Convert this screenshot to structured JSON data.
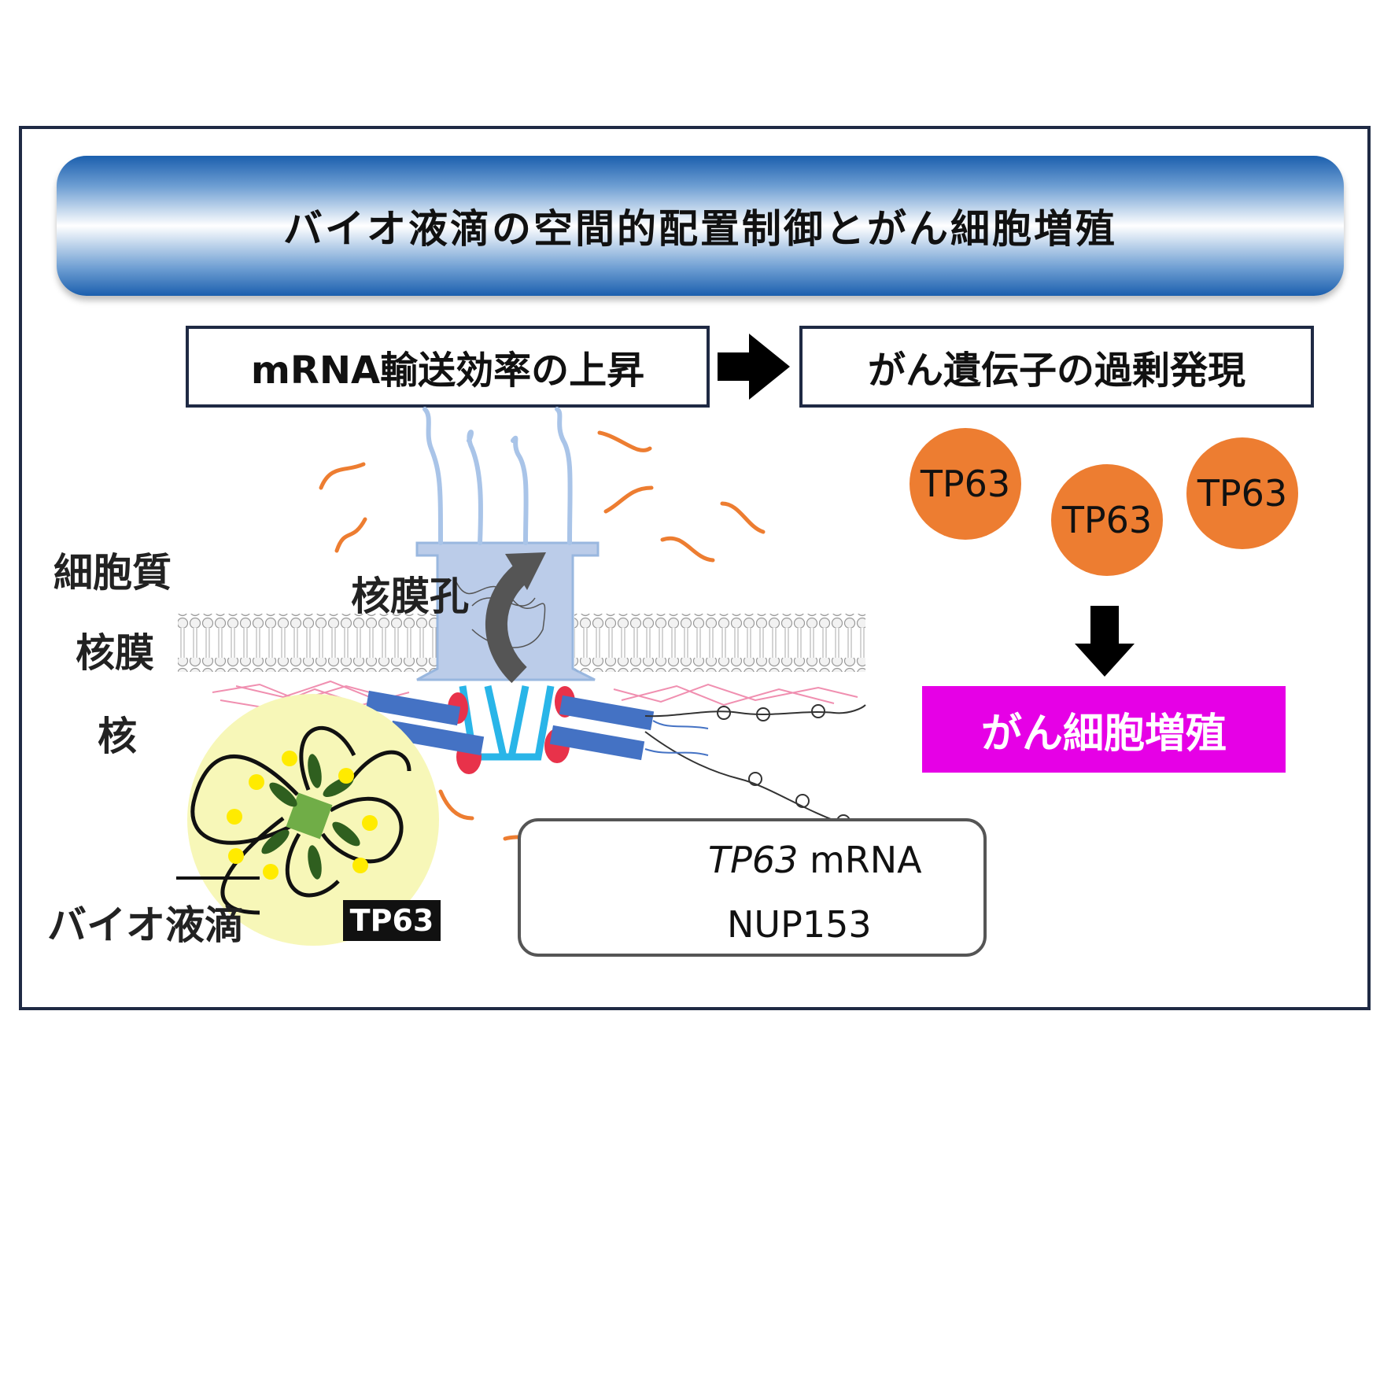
{
  "title": "バイオ液滴の空間的配置制御とがん細胞増殖",
  "boxes": {
    "mrna_transport": "mRNA輸送効率の上昇",
    "oncogene": "がん遺伝子の過剰発現",
    "proliferation": "がん細胞増殖"
  },
  "labels": {
    "cytoplasm": "細胞質",
    "nuclear_envelope": "核膜",
    "nucleus": "核",
    "nuclear_pore": "核膜孔",
    "droplet": "バイオ液滴",
    "droplet_tag": "TP63"
  },
  "proteins": [
    "TP63",
    "TP63",
    "TP63"
  ],
  "legend": {
    "mrna_italic": "TP63",
    "mrna_suffix": " mRNA",
    "nup": "NUP153"
  },
  "colors": {
    "mrna": "#ed7d31",
    "nup153": "#4472c4",
    "proliferation_bg": "#e600e6",
    "droplet": "#f7f7b8",
    "pore": "#b4c7e7"
  }
}
